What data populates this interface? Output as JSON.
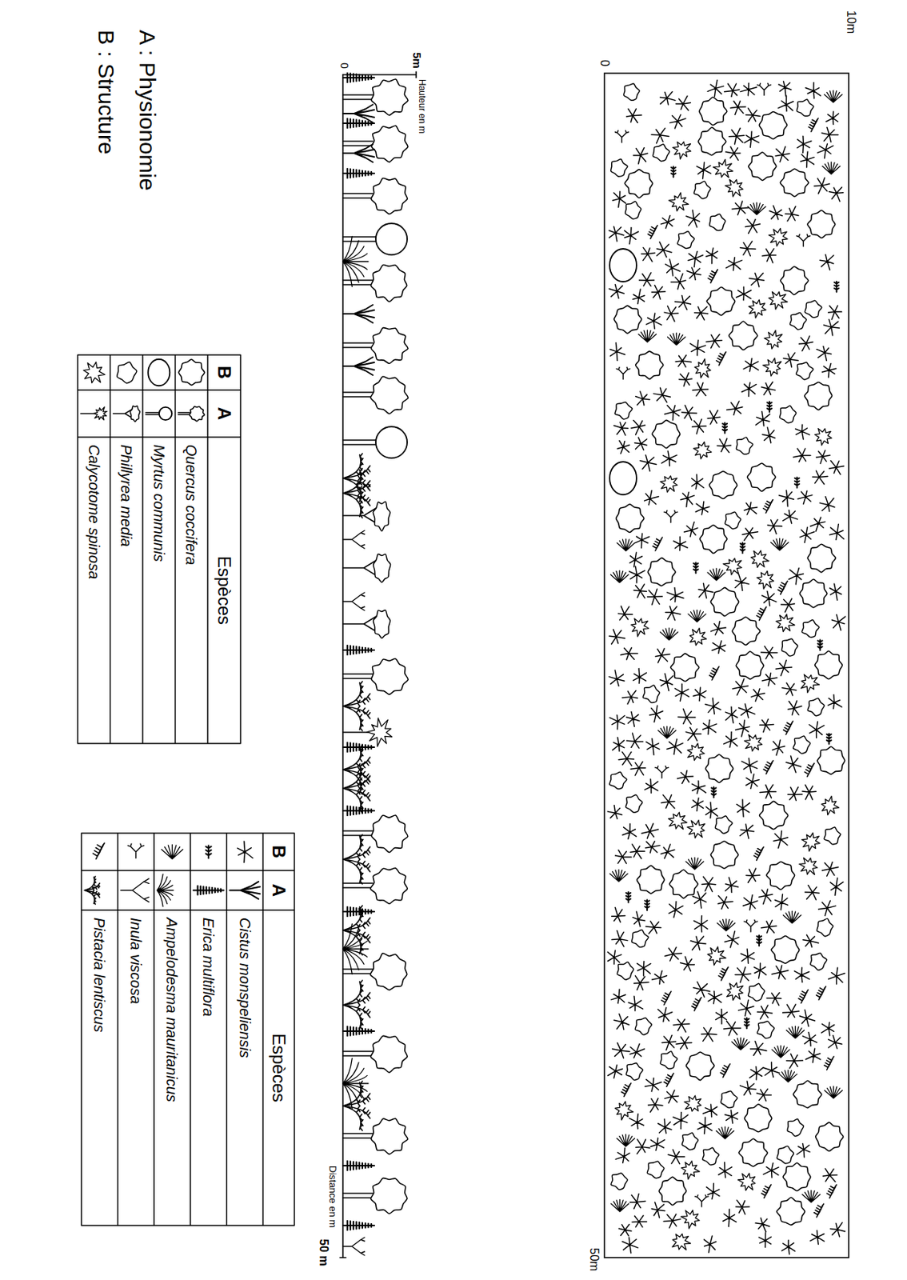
{
  "diagram": {
    "labels": [
      "10m",
      "0",
      "50m",
      "5m",
      "Hauteur en m",
      "0",
      "Distance en m",
      "50 m",
      "A : Physionomie",
      "B : Structure",
      "B",
      "A",
      "Espèces",
      "B",
      "A",
      "Espèces"
    ],
    "legend": [
      {
        "text": "Quercus coccifera"
      },
      {
        "text": "Myrtus communis"
      },
      {
        "text": "Phillyrea media"
      },
      {
        "text": "Calycotome spinosa"
      },
      {
        "text": "Cistus monspeliensis"
      },
      {
        "text": "Erica multiflora"
      },
      {
        "text": "Ampelodesma mauritanicus"
      },
      {
        "text": "Inula viscosa"
      },
      {
        "text": "Pistacia lentiscus"
      }
    ]
  }
}
